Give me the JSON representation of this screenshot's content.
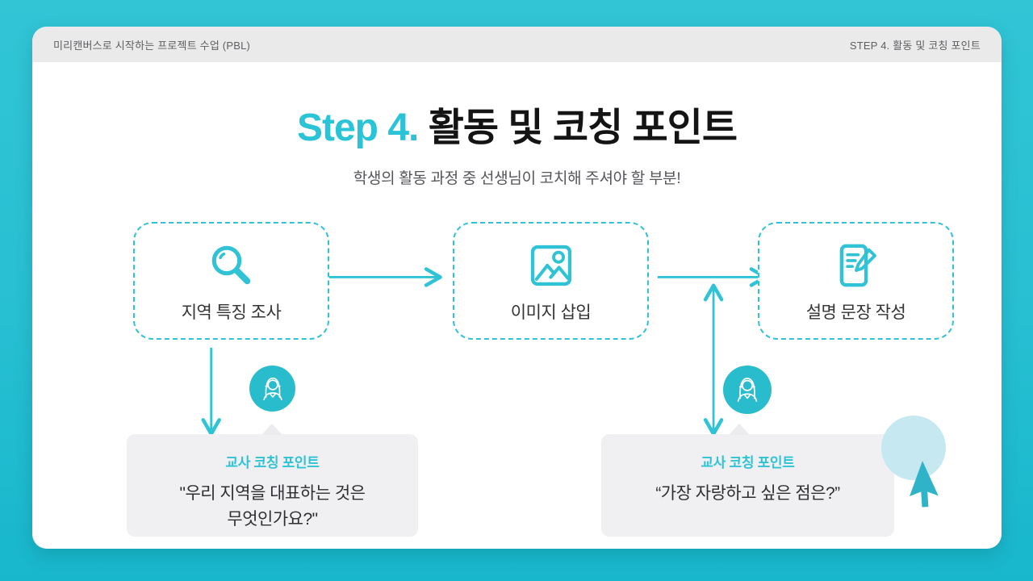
{
  "header": {
    "left": "미리캔버스로 시작하는 프로젝트 수업 (PBL)",
    "right": "STEP 4. 활동 및 코칭 포인트"
  },
  "title": {
    "accent": "Step 4.",
    "main": " 활동 및 코칭 포인트",
    "subtitle": "학생의 활동 과정 중 선생님이 코치해 주셔야 할 부분!"
  },
  "flow": {
    "steps": [
      {
        "label": "지역 특징 조사",
        "icon": "magnifier-icon"
      },
      {
        "label": "이미지 삽입",
        "icon": "image-icon"
      },
      {
        "label": "설명 문장 작성",
        "icon": "document-edit-icon"
      }
    ]
  },
  "callouts": [
    {
      "title": "교사 코칭 포인트",
      "line1": "\"우리 지역을 대표하는 것은",
      "line2": "무엇인가요?\""
    },
    {
      "title": "교사 코칭 포인트",
      "line1": "“가장 자랑하고 싶은 점은?”",
      "line2": ""
    }
  ],
  "colors": {
    "accent_teal": "#2fc3d5",
    "avatar_teal": "#29bccd",
    "background_teal_top": "#31c5d6",
    "background_teal_bottom": "#18b7cc",
    "header_bar": "#eaeaeb",
    "callout_bg": "#f0f0f2",
    "pale_circle": "#c6e9f1",
    "title_dark": "#141414"
  }
}
